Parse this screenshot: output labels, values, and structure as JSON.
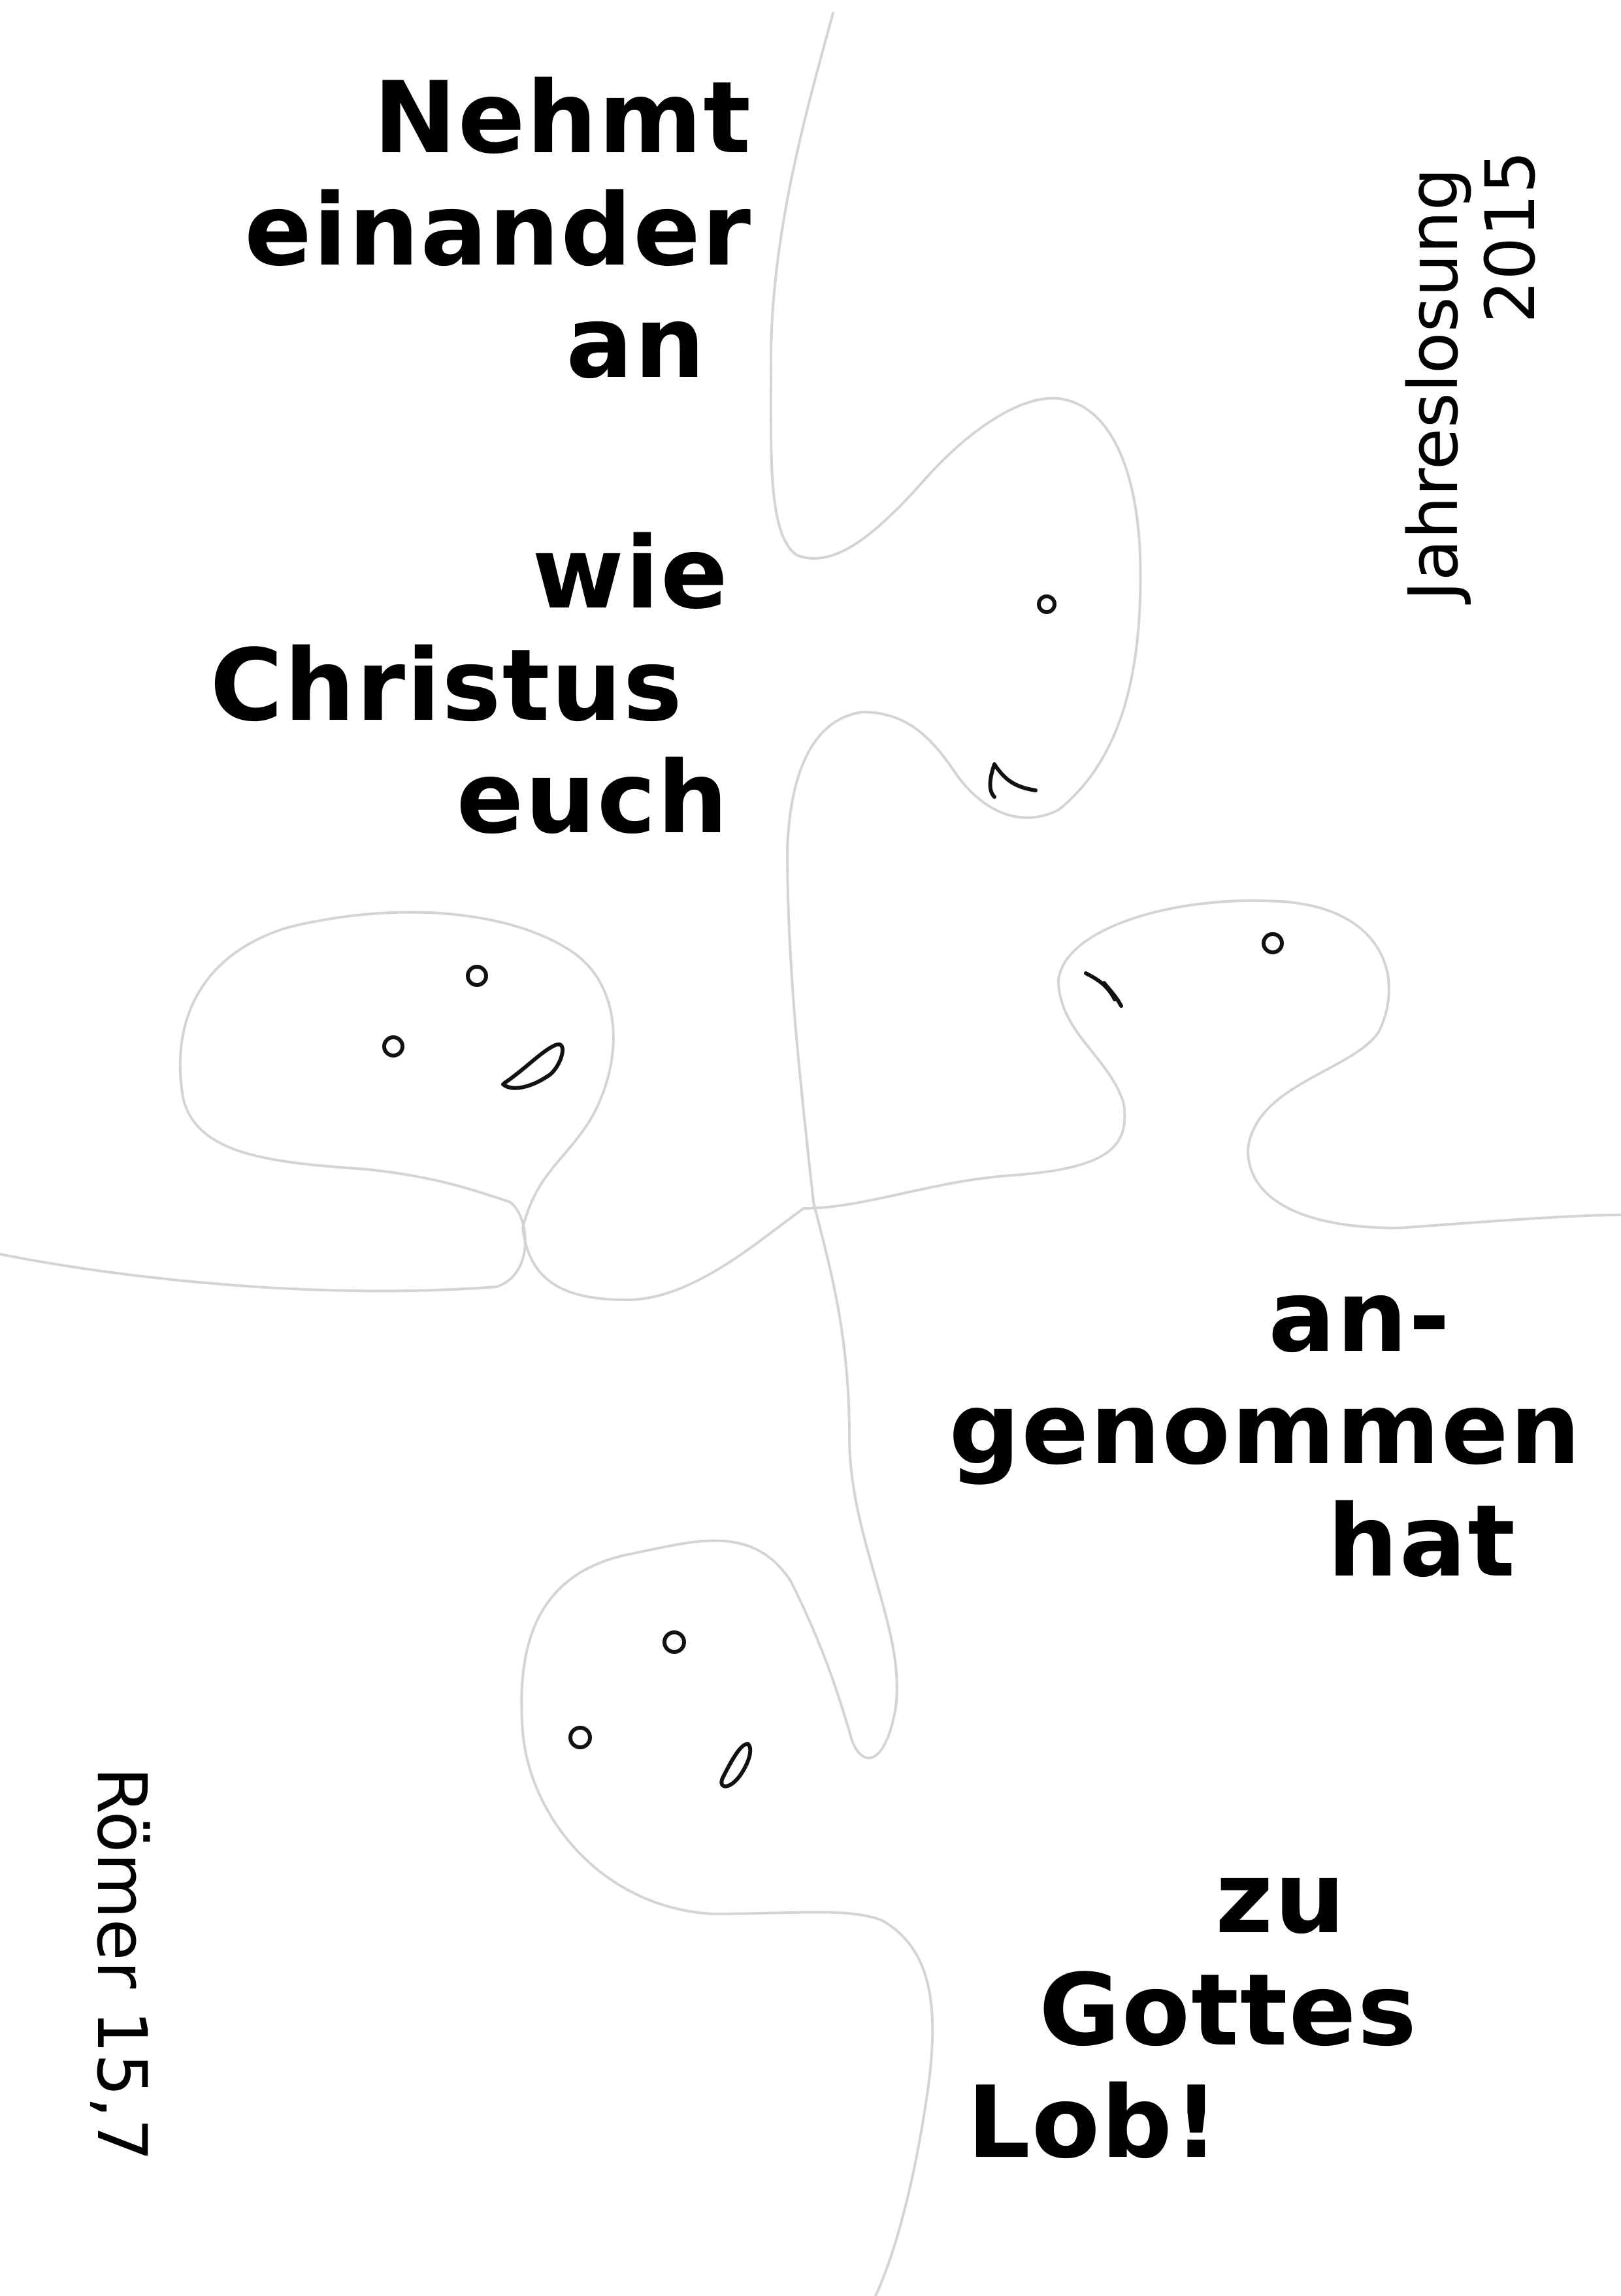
{
  "verse": {
    "block1": [
      "Nehmt",
      "einander",
      "an"
    ],
    "block2": [
      "wie",
      "Christus",
      "euch"
    ],
    "block3": [
      "an-",
      "genommen",
      "hat"
    ],
    "block4": [
      "zu",
      "Gottes",
      "Lob!"
    ]
  },
  "heading": {
    "word": "Jahreslosung",
    "year": "2015"
  },
  "reference": "Römer 15,7",
  "colors": {
    "text": "#000000",
    "puzzle_lines": "#d4d4d4",
    "face_lines": "#111111",
    "background": "#ffffff"
  }
}
